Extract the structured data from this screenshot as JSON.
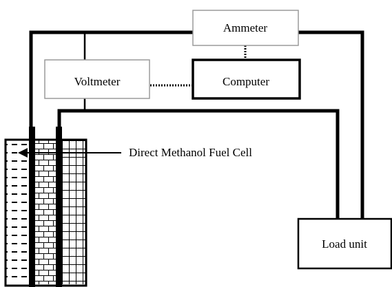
{
  "diagram": {
    "ammeter_label": "Ammeter",
    "voltmeter_label": "Voltmeter",
    "computer_label": "Computer",
    "load_unit_label": "Load unit",
    "fuel_cell_label": "Direct Methanol Fuel Cell"
  },
  "colors": {
    "line": "#000000",
    "box_border_thin": "#9a9a9a",
    "background": "#ffffff"
  }
}
